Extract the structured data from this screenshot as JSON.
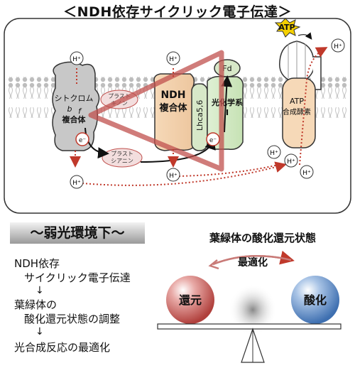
{
  "title": "＜NDH依存サイクリック電子伝達＞",
  "complexes": {
    "cytb6f_line1": "シトクロム",
    "cytb6f_line2": "b",
    "cytb6f_line3": "f",
    "cytb6f_line4": "複合体",
    "ndh_line1": "NDH",
    "ndh_line2": "複合体",
    "lhca": "Lhca5,6",
    "psi_line1": "光化学系",
    "psi_line2": "I",
    "fd": "Fd",
    "atp_line1": "ATP",
    "atp_line2": "合成酵素"
  },
  "carriers": {
    "pq_line1": "プラスト",
    "pq_line2": "キノン",
    "pc_line1": "プラスト",
    "pc_line2": "シアニン",
    "electron": "e⁻",
    "proton": "H⁺",
    "atp": "ATP"
  },
  "section_title": "～弱光環境下～",
  "flow": {
    "step1_line1": "NDH依存",
    "step1_line2": "サイクリック電子伝達",
    "arrow": "↓",
    "step2_line1": "葉緑体の",
    "step2_line2": "酸化還元状態の調整",
    "step3": "光合成反応の最適化"
  },
  "balance": {
    "title": "葉緑体の酸化還元状態",
    "optimal": "最適化",
    "reduced": "還元",
    "oxidized": "酸化"
  },
  "colors": {
    "triangle": "#c0504d",
    "proton_path": "#c0392b",
    "reduced_sphere": "#c0504d",
    "oxidized_sphere": "#4f81bd"
  }
}
